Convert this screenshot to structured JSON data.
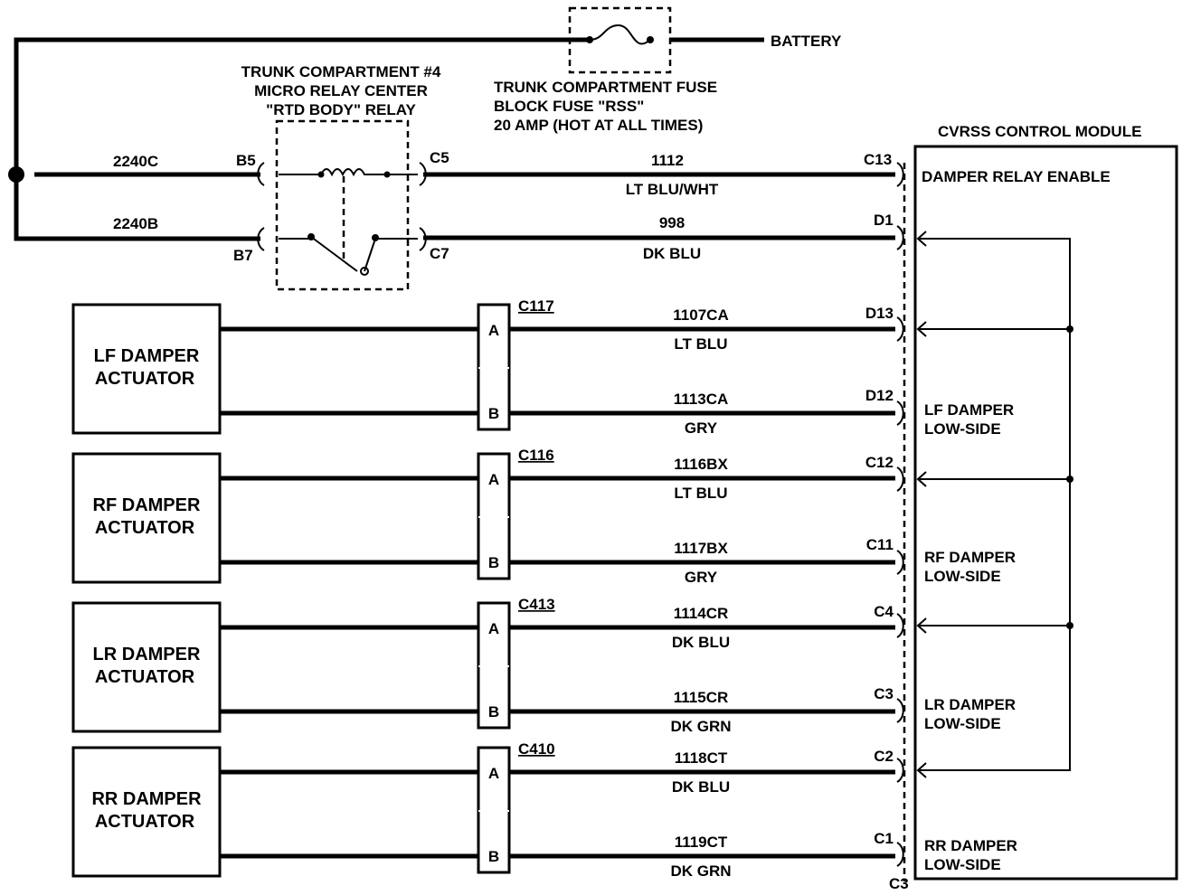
{
  "battery": "BATTERY",
  "relay_center": {
    "line1": "TRUNK COMPARTMENT #4",
    "line2": "MICRO RELAY CENTER",
    "line3": "\"RTD BODY\" RELAY"
  },
  "fuse": {
    "line1": "TRUNK COMPARTMENT FUSE",
    "line2": "BLOCK FUSE \"RSS\"",
    "line3": "20 AMP (HOT AT ALL TIMES)"
  },
  "module": {
    "title": "CVRSS CONTROL MODULE",
    "damper_relay_enable": "DAMPER RELAY ENABLE",
    "lf_low1": "LF DAMPER",
    "lf_low2": "LOW-SIDE",
    "rf_low1": "RF DAMPER",
    "rf_low2": "LOW-SIDE",
    "lr_low1": "LR DAMPER",
    "lr_low2": "LOW-SIDE",
    "rr_low1": "RR DAMPER",
    "rr_low2": "LOW-SIDE"
  },
  "relay_wires": {
    "w2240c": "2240C",
    "w2240b": "2240B",
    "b5": "B5",
    "b7": "B7",
    "c5": "C5",
    "c7": "C7",
    "w1112": "1112",
    "w1112_color": "LT BLU/WHT",
    "c13": "C13",
    "w998": "998",
    "w998_color": "DK BLU",
    "d1": "D1"
  },
  "actuators": [
    {
      "name1": "LF DAMPER",
      "name2": "ACTUATOR",
      "connector": "C117",
      "pin_a": "A",
      "pin_b": "B",
      "wire_a": "1107CA",
      "color_a": "LT BLU",
      "term_a": "D13",
      "wire_b": "1113CA",
      "color_b": "GRY",
      "term_b": "D12"
    },
    {
      "name1": "RF DAMPER",
      "name2": "ACTUATOR",
      "connector": "C116",
      "pin_a": "A",
      "pin_b": "B",
      "wire_a": "1116BX",
      "color_a": "LT BLU",
      "term_a": "C12",
      "wire_b": "1117BX",
      "color_b": "GRY",
      "term_b": "C11"
    },
    {
      "name1": "LR DAMPER",
      "name2": "ACTUATOR",
      "connector": "C413",
      "pin_a": "A",
      "pin_b": "B",
      "wire_a": "1114CR",
      "color_a": "DK BLU",
      "term_a": "C4",
      "wire_b": "1115CR",
      "color_b": "DK GRN",
      "term_b": "C3"
    },
    {
      "name1": "RR DAMPER",
      "name2": "ACTUATOR",
      "connector": "C410",
      "pin_a": "A",
      "pin_b": "B",
      "wire_a": "1118CT",
      "color_a": "DK BLU",
      "term_a": "C2",
      "wire_b": "1119CT",
      "color_b": "DK GRN",
      "term_b": "C1"
    }
  ],
  "module_connector": "C3"
}
